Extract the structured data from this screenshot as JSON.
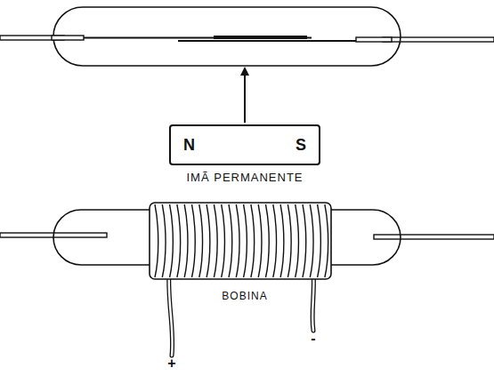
{
  "diagram": {
    "nodes": [
      {
        "text": [
          "N",
          "S",
          "IMÃ PERMANENTE"
        ]
      }
    ],
    "labels": [
      "BOBINA",
      "+",
      "-"
    ]
  }
}
